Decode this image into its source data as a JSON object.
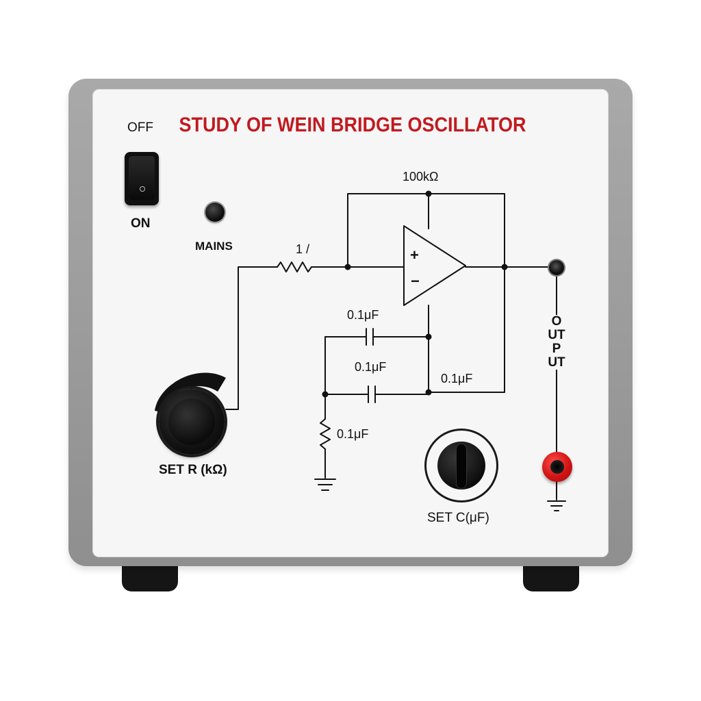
{
  "panel": {
    "title": "STUDY OF WEIN BRIDGE OSCILLATOR",
    "title_color": "#c11a20",
    "housing_color": "#9c9c9c",
    "face_color": "#f6f6f6"
  },
  "power_switch": {
    "off_label": "OFF",
    "on_label": "ON",
    "state": "off"
  },
  "mains_indicator": {
    "label": "MAINS"
  },
  "schematic": {
    "feedback_resistor": "100kΩ",
    "input_resistor": "1 /",
    "opamp_plus": "+",
    "opamp_minus": "−",
    "cap_top": "0.1μF",
    "cap_middle": "0.1μF",
    "cap_right": "0.1μF",
    "resistor_bottom": "0.1μF"
  },
  "controls": {
    "set_r_label": "SET R (kΩ)",
    "set_c_label": "SET C(μF)"
  },
  "output": {
    "label": "OUTPUT",
    "jack_color": "#d11414"
  }
}
